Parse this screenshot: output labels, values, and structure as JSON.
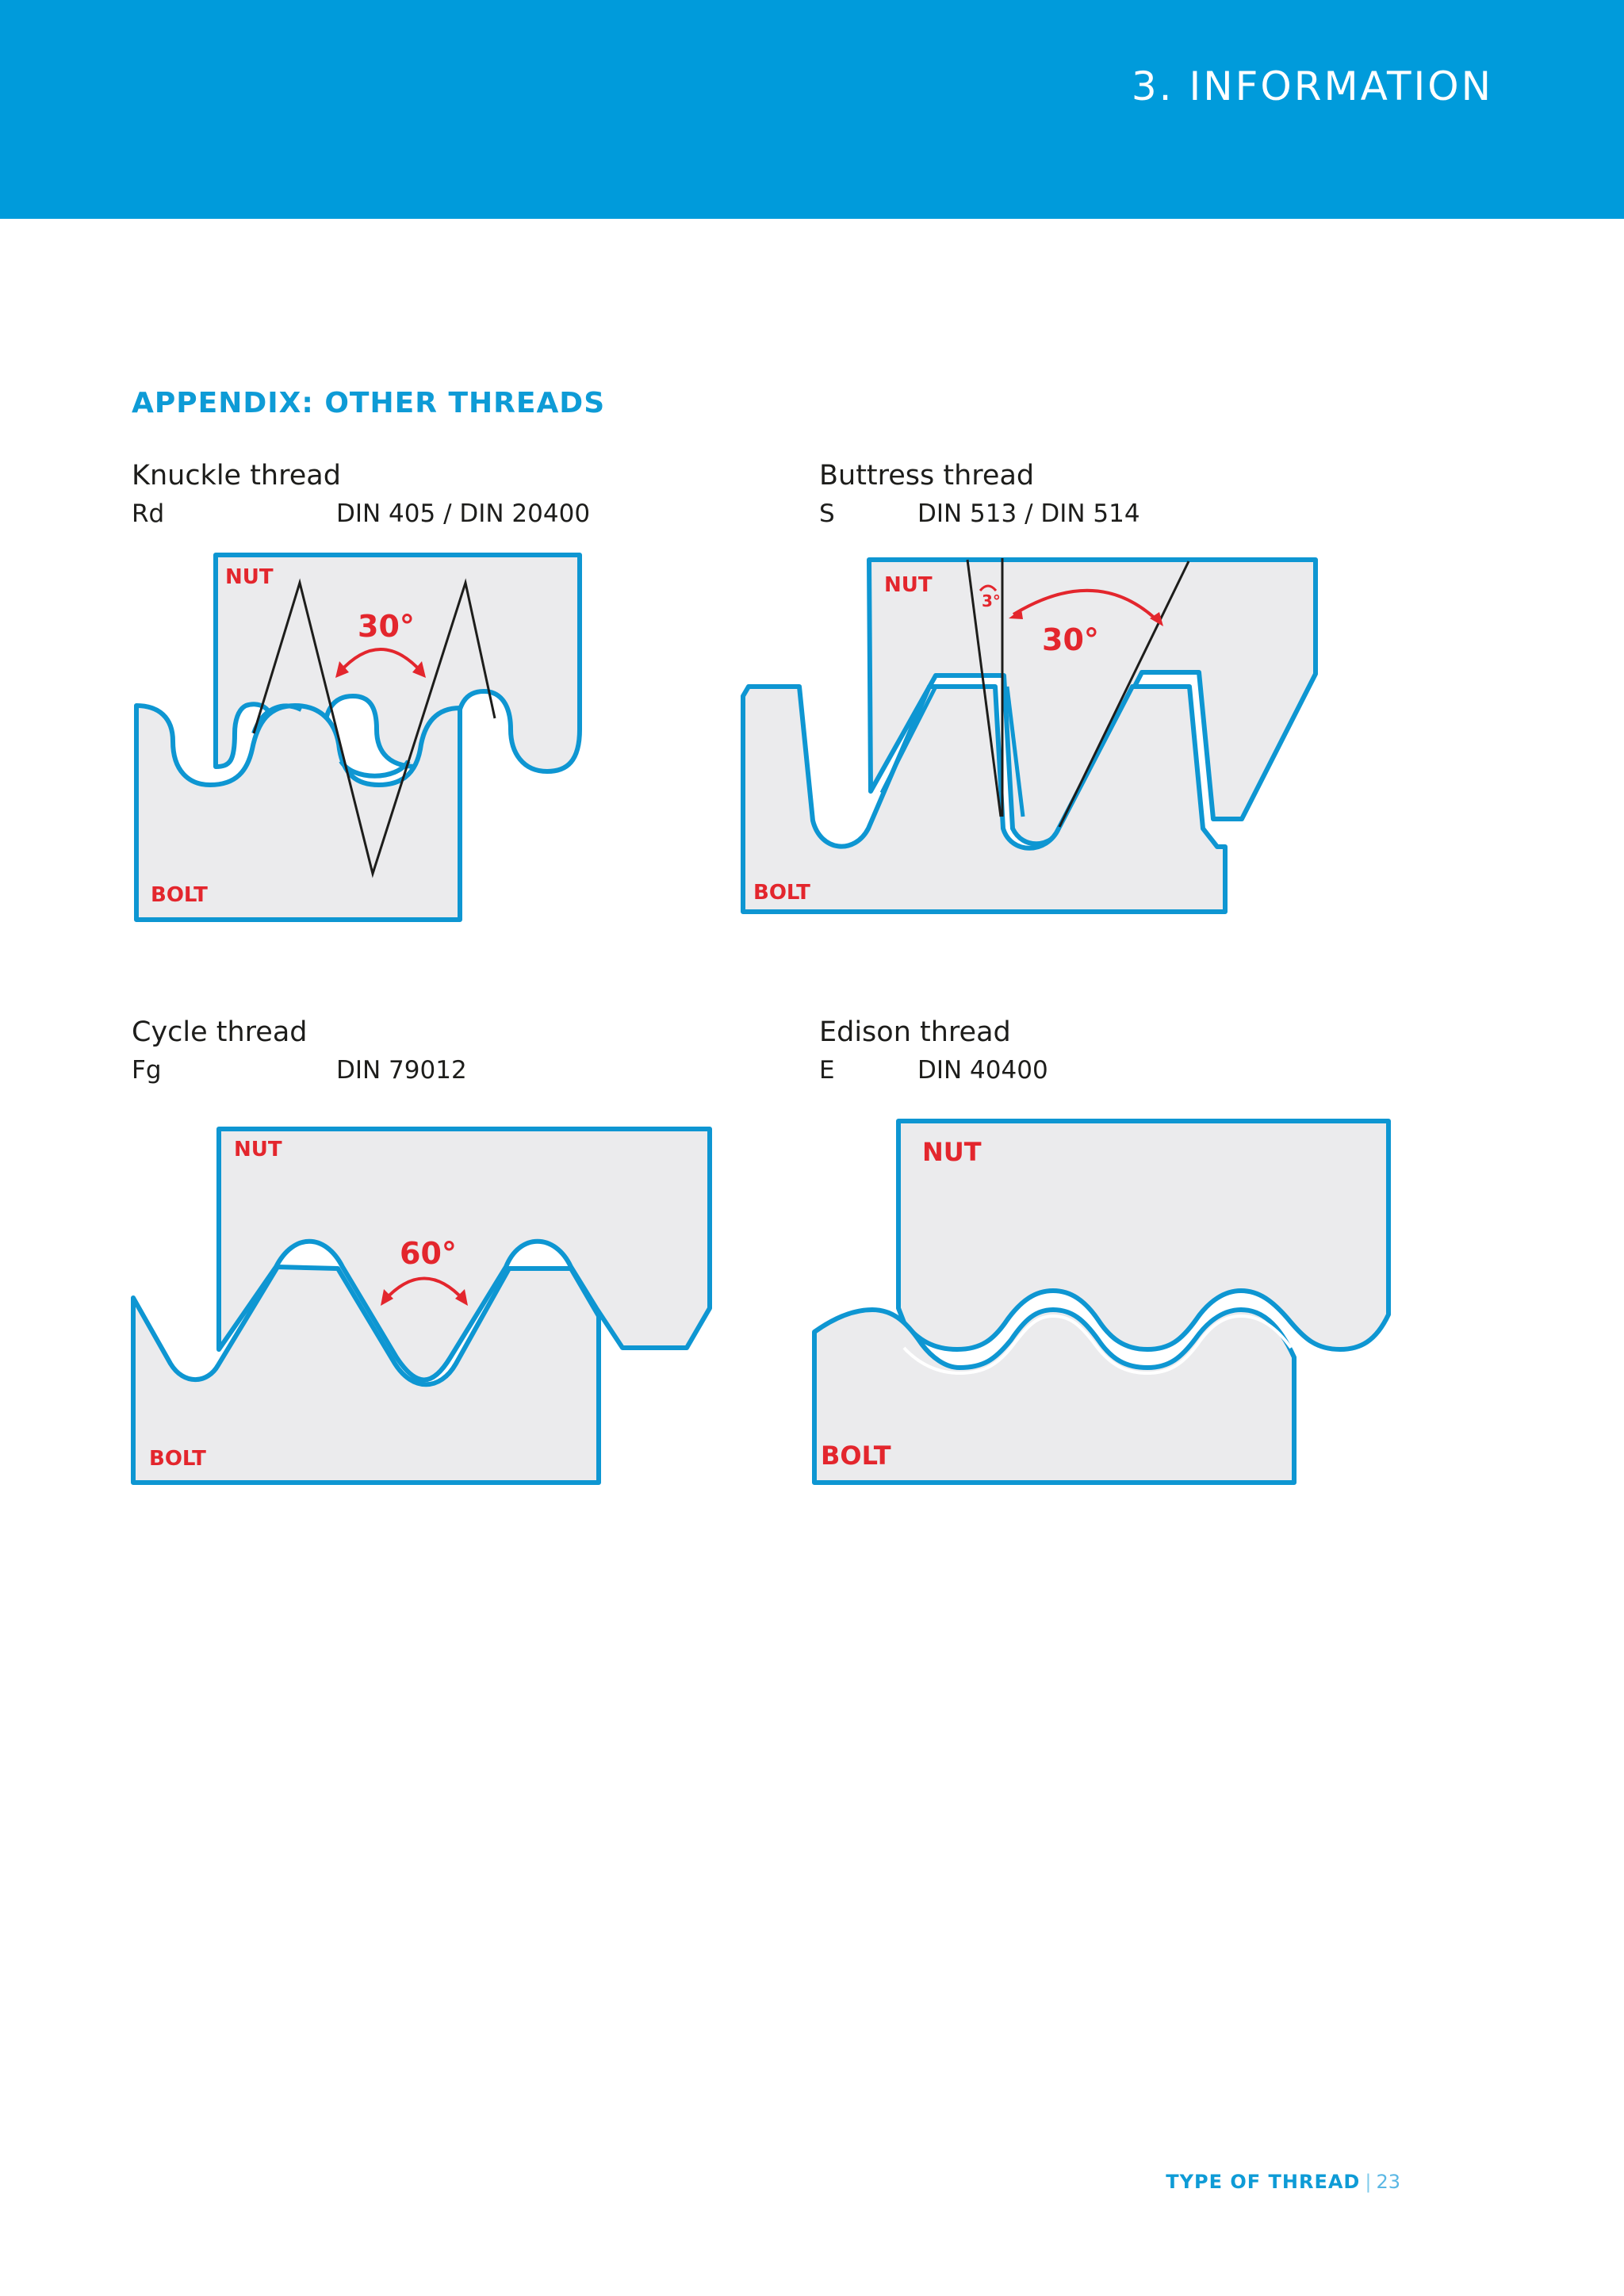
{
  "header": {
    "title": "3. INFORMATION"
  },
  "section": {
    "title": "APPENDIX: OTHER THREADS"
  },
  "threads": [
    {
      "name": "Knuckle thread",
      "code": "Rd",
      "standard": "DIN 405 / DIN 20400",
      "angle": "30°",
      "labels": {
        "nut": "NUT",
        "bolt": "BOLT"
      }
    },
    {
      "name": "Buttress thread",
      "code": "S",
      "standard": "DIN 513 / DIN 514",
      "angle": "30°",
      "small_angle": "3°",
      "labels": {
        "nut": "NUT",
        "bolt": "BOLT"
      }
    },
    {
      "name": "Cycle thread",
      "code": "Fg",
      "standard": "DIN 79012",
      "angle": "60°",
      "labels": {
        "nut": "NUT",
        "bolt": "BOLT"
      }
    },
    {
      "name": "Edison thread",
      "code": "E",
      "standard": "DIN 40400",
      "labels": {
        "nut": "NUT",
        "bolt": "BOLT"
      }
    }
  ],
  "footer": {
    "section": "TYPE OF THREAD",
    "separator": "|",
    "page": "23"
  },
  "colors": {
    "brand_blue": "#009bdb",
    "outline_blue": "#0e96d2",
    "label_red": "#e3262d",
    "fill_grey": "#ebebed"
  }
}
